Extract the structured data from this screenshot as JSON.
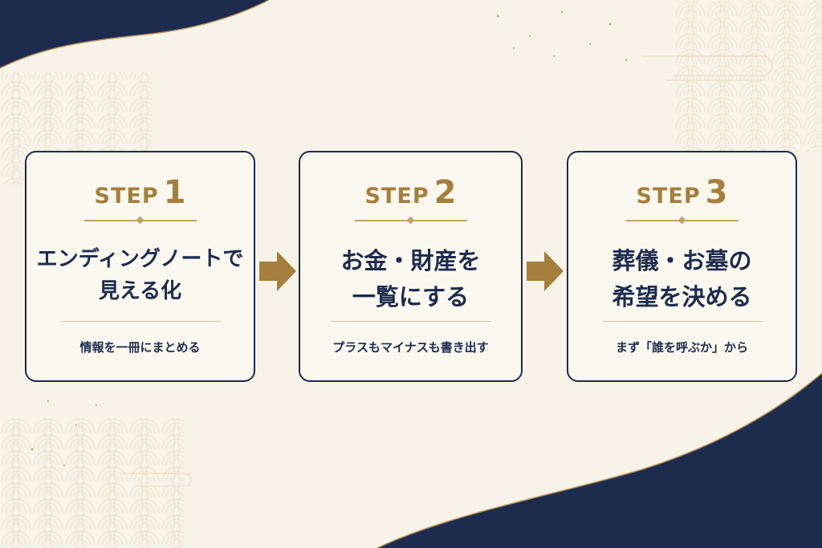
{
  "steps": [
    {
      "step_word": "STEP",
      "step_number": "1",
      "title_lines": [
        "エンディングノートで",
        "見える化"
      ],
      "caption": "情報を一冊にまとめる"
    },
    {
      "step_word": "STEP",
      "step_number": "2",
      "title_lines": [
        "お金・財産を",
        "一覧にする"
      ],
      "caption": "プラスもマイナスも書き出す"
    },
    {
      "step_word": "STEP",
      "step_number": "3",
      "title_lines": [
        "葬儀・お墓の",
        "希望を決める"
      ],
      "caption": "まず「誰を呼ぶか」から"
    }
  ],
  "colors": {
    "navy": "#1d2c4e",
    "gold": "#a57f3e",
    "cream": "#f8f3e8"
  },
  "icons": {
    "connector": "arrow-right-icon"
  }
}
